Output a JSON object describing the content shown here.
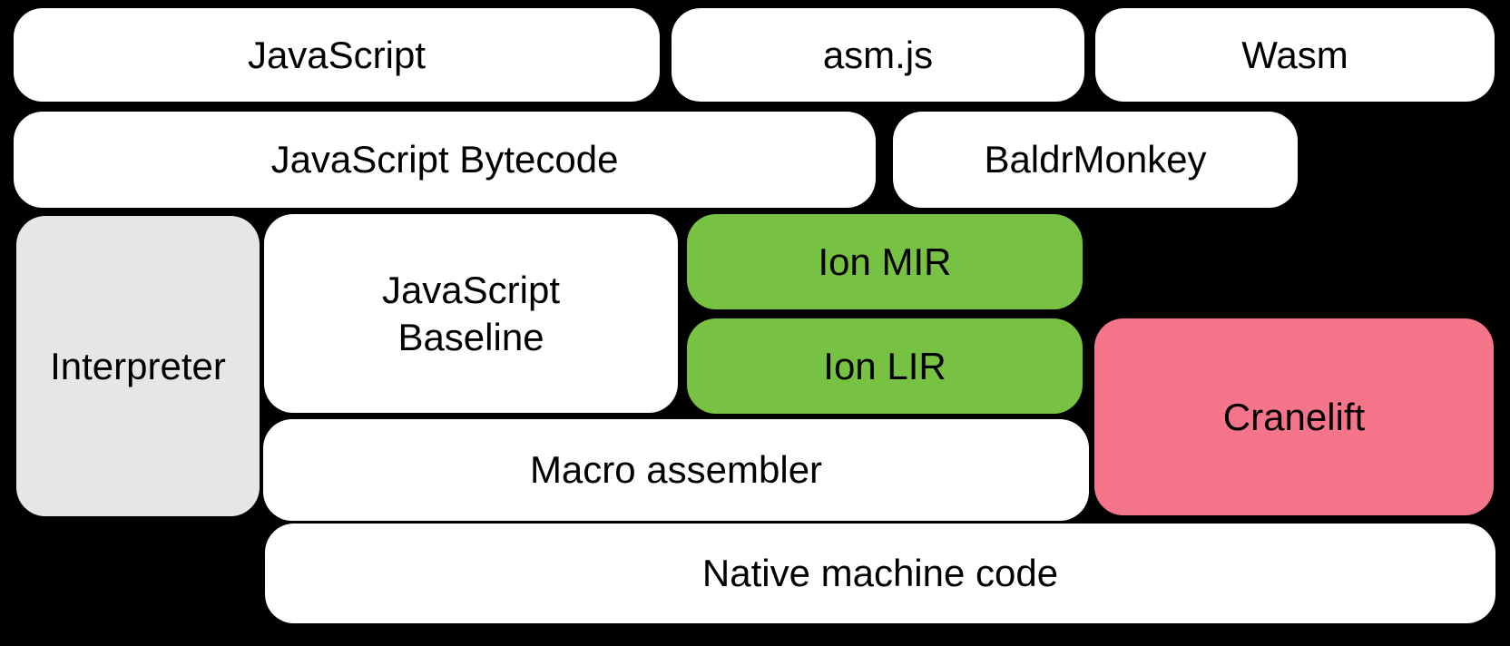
{
  "diagram": {
    "background_color": "#000000",
    "text_color": "#000000",
    "colors": {
      "white_box": "#ffffff",
      "gray_box": "#e6e6e6",
      "green_box": "#77c143",
      "pink_box": "#f4758a"
    },
    "boxes": [
      {
        "id": "javascript",
        "label": "JavaScript",
        "color": "#ffffff"
      },
      {
        "id": "asm-js",
        "label": "asm.js",
        "color": "#ffffff"
      },
      {
        "id": "wasm",
        "label": "Wasm",
        "color": "#ffffff"
      },
      {
        "id": "javascript-bytecode",
        "label": "JavaScript Bytecode",
        "color": "#ffffff"
      },
      {
        "id": "baldrmonkey",
        "label": "BaldrMonkey",
        "color": "#ffffff"
      },
      {
        "id": "interpreter",
        "label": "Interpreter",
        "color": "#e6e6e6"
      },
      {
        "id": "javascript-baseline",
        "label": "JavaScript Baseline",
        "lines": [
          "JavaScript",
          "Baseline"
        ],
        "color": "#ffffff"
      },
      {
        "id": "ion-mir",
        "label": "Ion MIR",
        "color": "#77c143"
      },
      {
        "id": "ion-lir",
        "label": "Ion LIR",
        "color": "#77c143"
      },
      {
        "id": "cranelift",
        "label": "Cranelift",
        "color": "#f4758a"
      },
      {
        "id": "macro-assembler",
        "label": "Macro assembler",
        "color": "#ffffff"
      },
      {
        "id": "native-machine-code",
        "label": "Native machine code",
        "color": "#ffffff"
      }
    ]
  }
}
